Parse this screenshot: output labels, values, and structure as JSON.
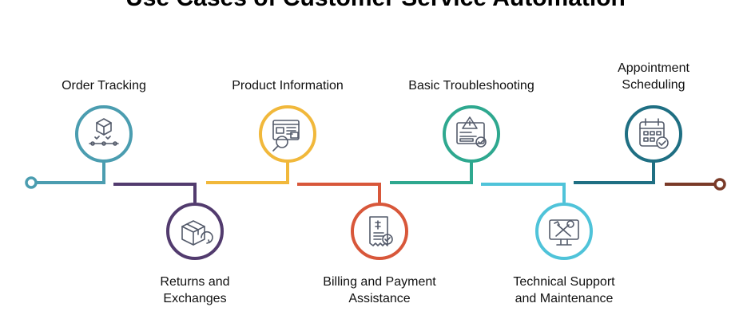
{
  "title": "Use Cases of Customer Service Automation",
  "steps": [
    {
      "lines": [
        "Order Tracking"
      ],
      "color": "#4b9db0",
      "icon": "box-tracking-icon"
    },
    {
      "lines": [
        "Returns and",
        "Exchanges"
      ],
      "color": "#523b6e",
      "icon": "box-return-icon"
    },
    {
      "lines": [
        "Product Information"
      ],
      "color": "#f1b83b",
      "icon": "product-search-icon"
    },
    {
      "lines": [
        "Billing and Payment",
        "Assistance"
      ],
      "color": "#d8573a",
      "icon": "invoice-check-icon"
    },
    {
      "lines": [
        "Basic Troubleshooting"
      ],
      "color": "#2ea88f",
      "icon": "warning-screen-icon"
    },
    {
      "lines": [
        "Technical Support",
        "and Maintenance"
      ],
      "color": "#4fc3d9",
      "icon": "monitor-tools-icon"
    },
    {
      "lines": [
        "Appointment",
        "Scheduling"
      ],
      "color": "#1f6f83",
      "icon": "calendar-check-icon"
    }
  ],
  "end_color": "#7a3a28",
  "icon_color": "#545b6b"
}
